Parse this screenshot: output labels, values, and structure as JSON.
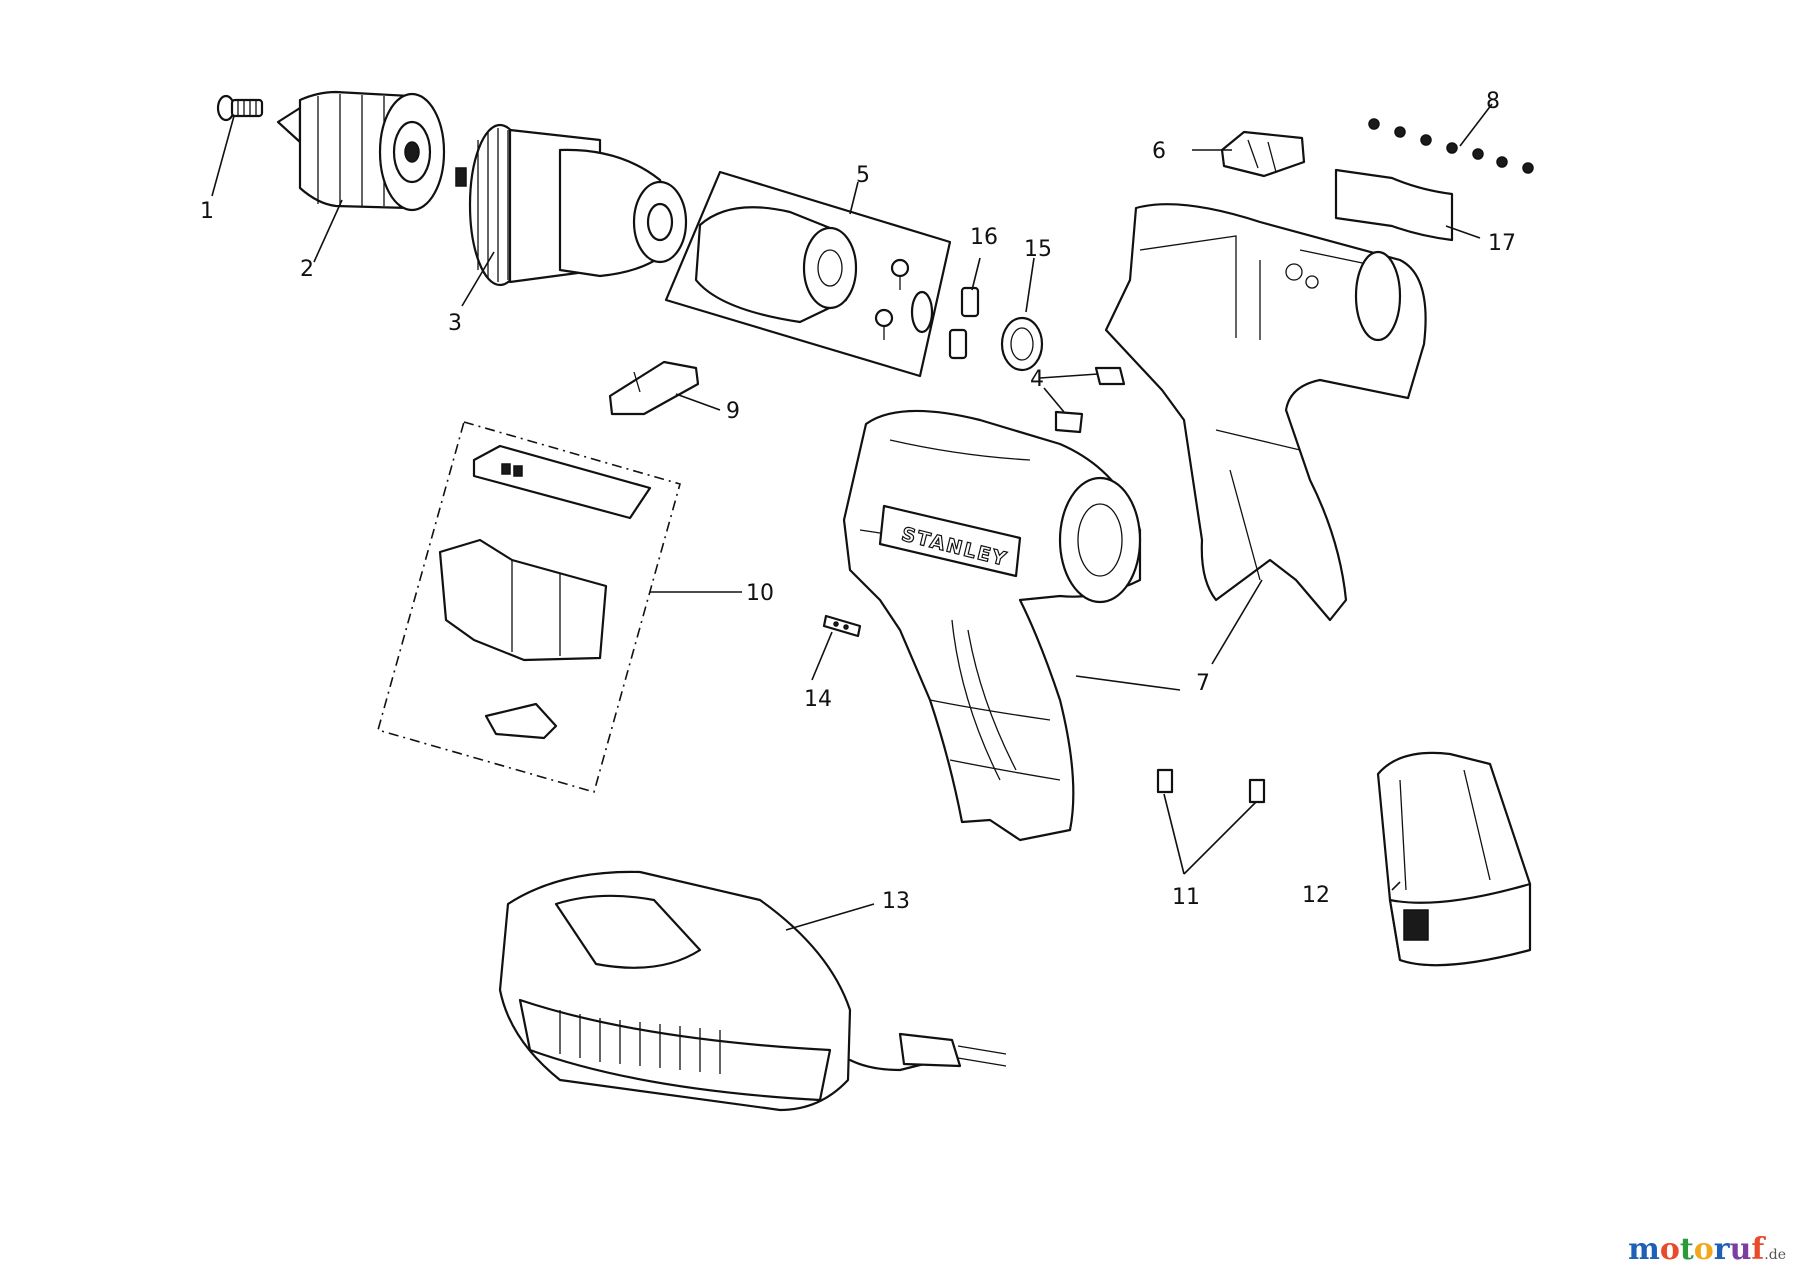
{
  "brand_label": "STANLEY",
  "callouts": [
    "1",
    "2",
    "3",
    "4",
    "5",
    "6",
    "7",
    "8",
    "9",
    "10",
    "11",
    "12",
    "13",
    "14",
    "15",
    "16",
    "17"
  ],
  "watermark": {
    "text": "motoruf",
    "tld": ".de",
    "letter_colors": [
      "#1f5fb5",
      "#e84a2a",
      "#2a9a3a",
      "#f2a81d",
      "#1f5fb5",
      "#7a3fa0",
      "#e84a2a"
    ]
  }
}
